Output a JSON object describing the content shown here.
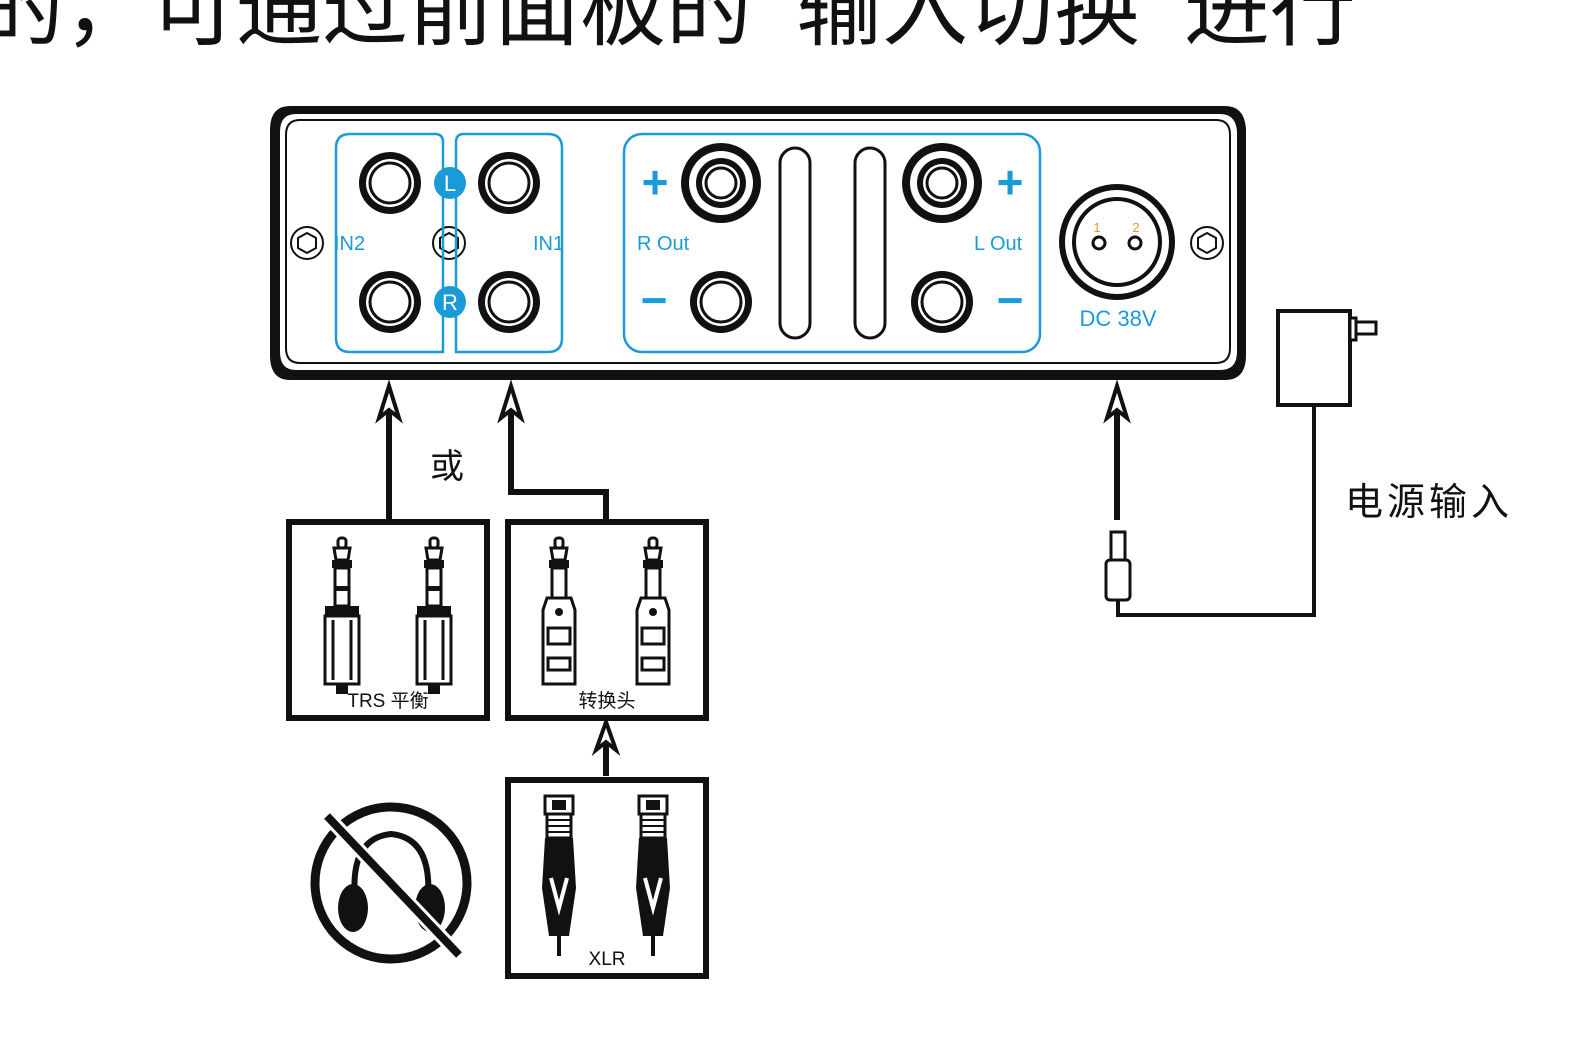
{
  "header": {
    "cropped_text": "的，可通过前面板的“输入切换”进行"
  },
  "panel": {
    "in2_label": "IN2",
    "in1_label": "IN1",
    "left_badge": "L",
    "right_badge": "R",
    "r_out_label": "R Out",
    "l_out_label": "L Out",
    "plus": "+",
    "minus": "−",
    "dc_label": "DC 38V",
    "pin1": "1",
    "pin2": "2"
  },
  "labels": {
    "or": "或",
    "trs": "TRS 平衡",
    "adapter": "转换头",
    "xlr": "XLR",
    "power_input": "电源输入"
  },
  "colors": {
    "accent": "#1a9ad6",
    "ink": "#111111"
  },
  "icons": [
    "trs-plug-icon",
    "adapter-plug-icon",
    "xlr-plug-icon",
    "no-headphones-icon",
    "power-adapter-icon",
    "dc-plug-icon",
    "arrow-up-icon"
  ]
}
